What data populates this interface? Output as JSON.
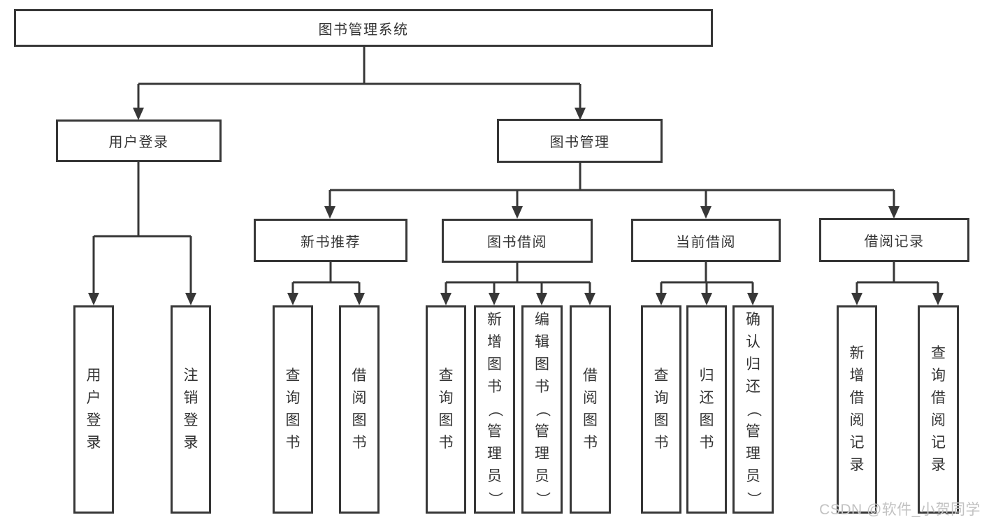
{
  "colors": {
    "line": "#373737",
    "text": "#333333",
    "boxBg": "#ffffff",
    "background": "#ffffff",
    "watermark": "#c2c2c2"
  },
  "nodes": {
    "root": "图书管理系统",
    "user_login": "用户登录",
    "book_mgmt": "图书管理",
    "new_book_rec": "新书推荐",
    "book_borrow": "图书借阅",
    "current_borrow": "当前借阅",
    "borrow_record": "借阅记录",
    "leaf_user_login": "用户登录",
    "leaf_logout": "注销登录",
    "leaf_rec_query": "查询图书",
    "leaf_rec_borrow": "借阅图书",
    "leaf_borrow_query": "查询图书",
    "leaf_borrow_add": "新增图书（管理员）",
    "leaf_borrow_edit": "编辑图书（管理员）",
    "leaf_borrow_borrow": "借阅图书",
    "leaf_current_query": "查询图书",
    "leaf_current_return": "归还图书",
    "leaf_current_confirm": "确认归还（管理员）",
    "leaf_record_add": "新增借阅记录",
    "leaf_record_query": "查询借阅记录"
  },
  "watermark": "CSDN @软件_小贺同学"
}
